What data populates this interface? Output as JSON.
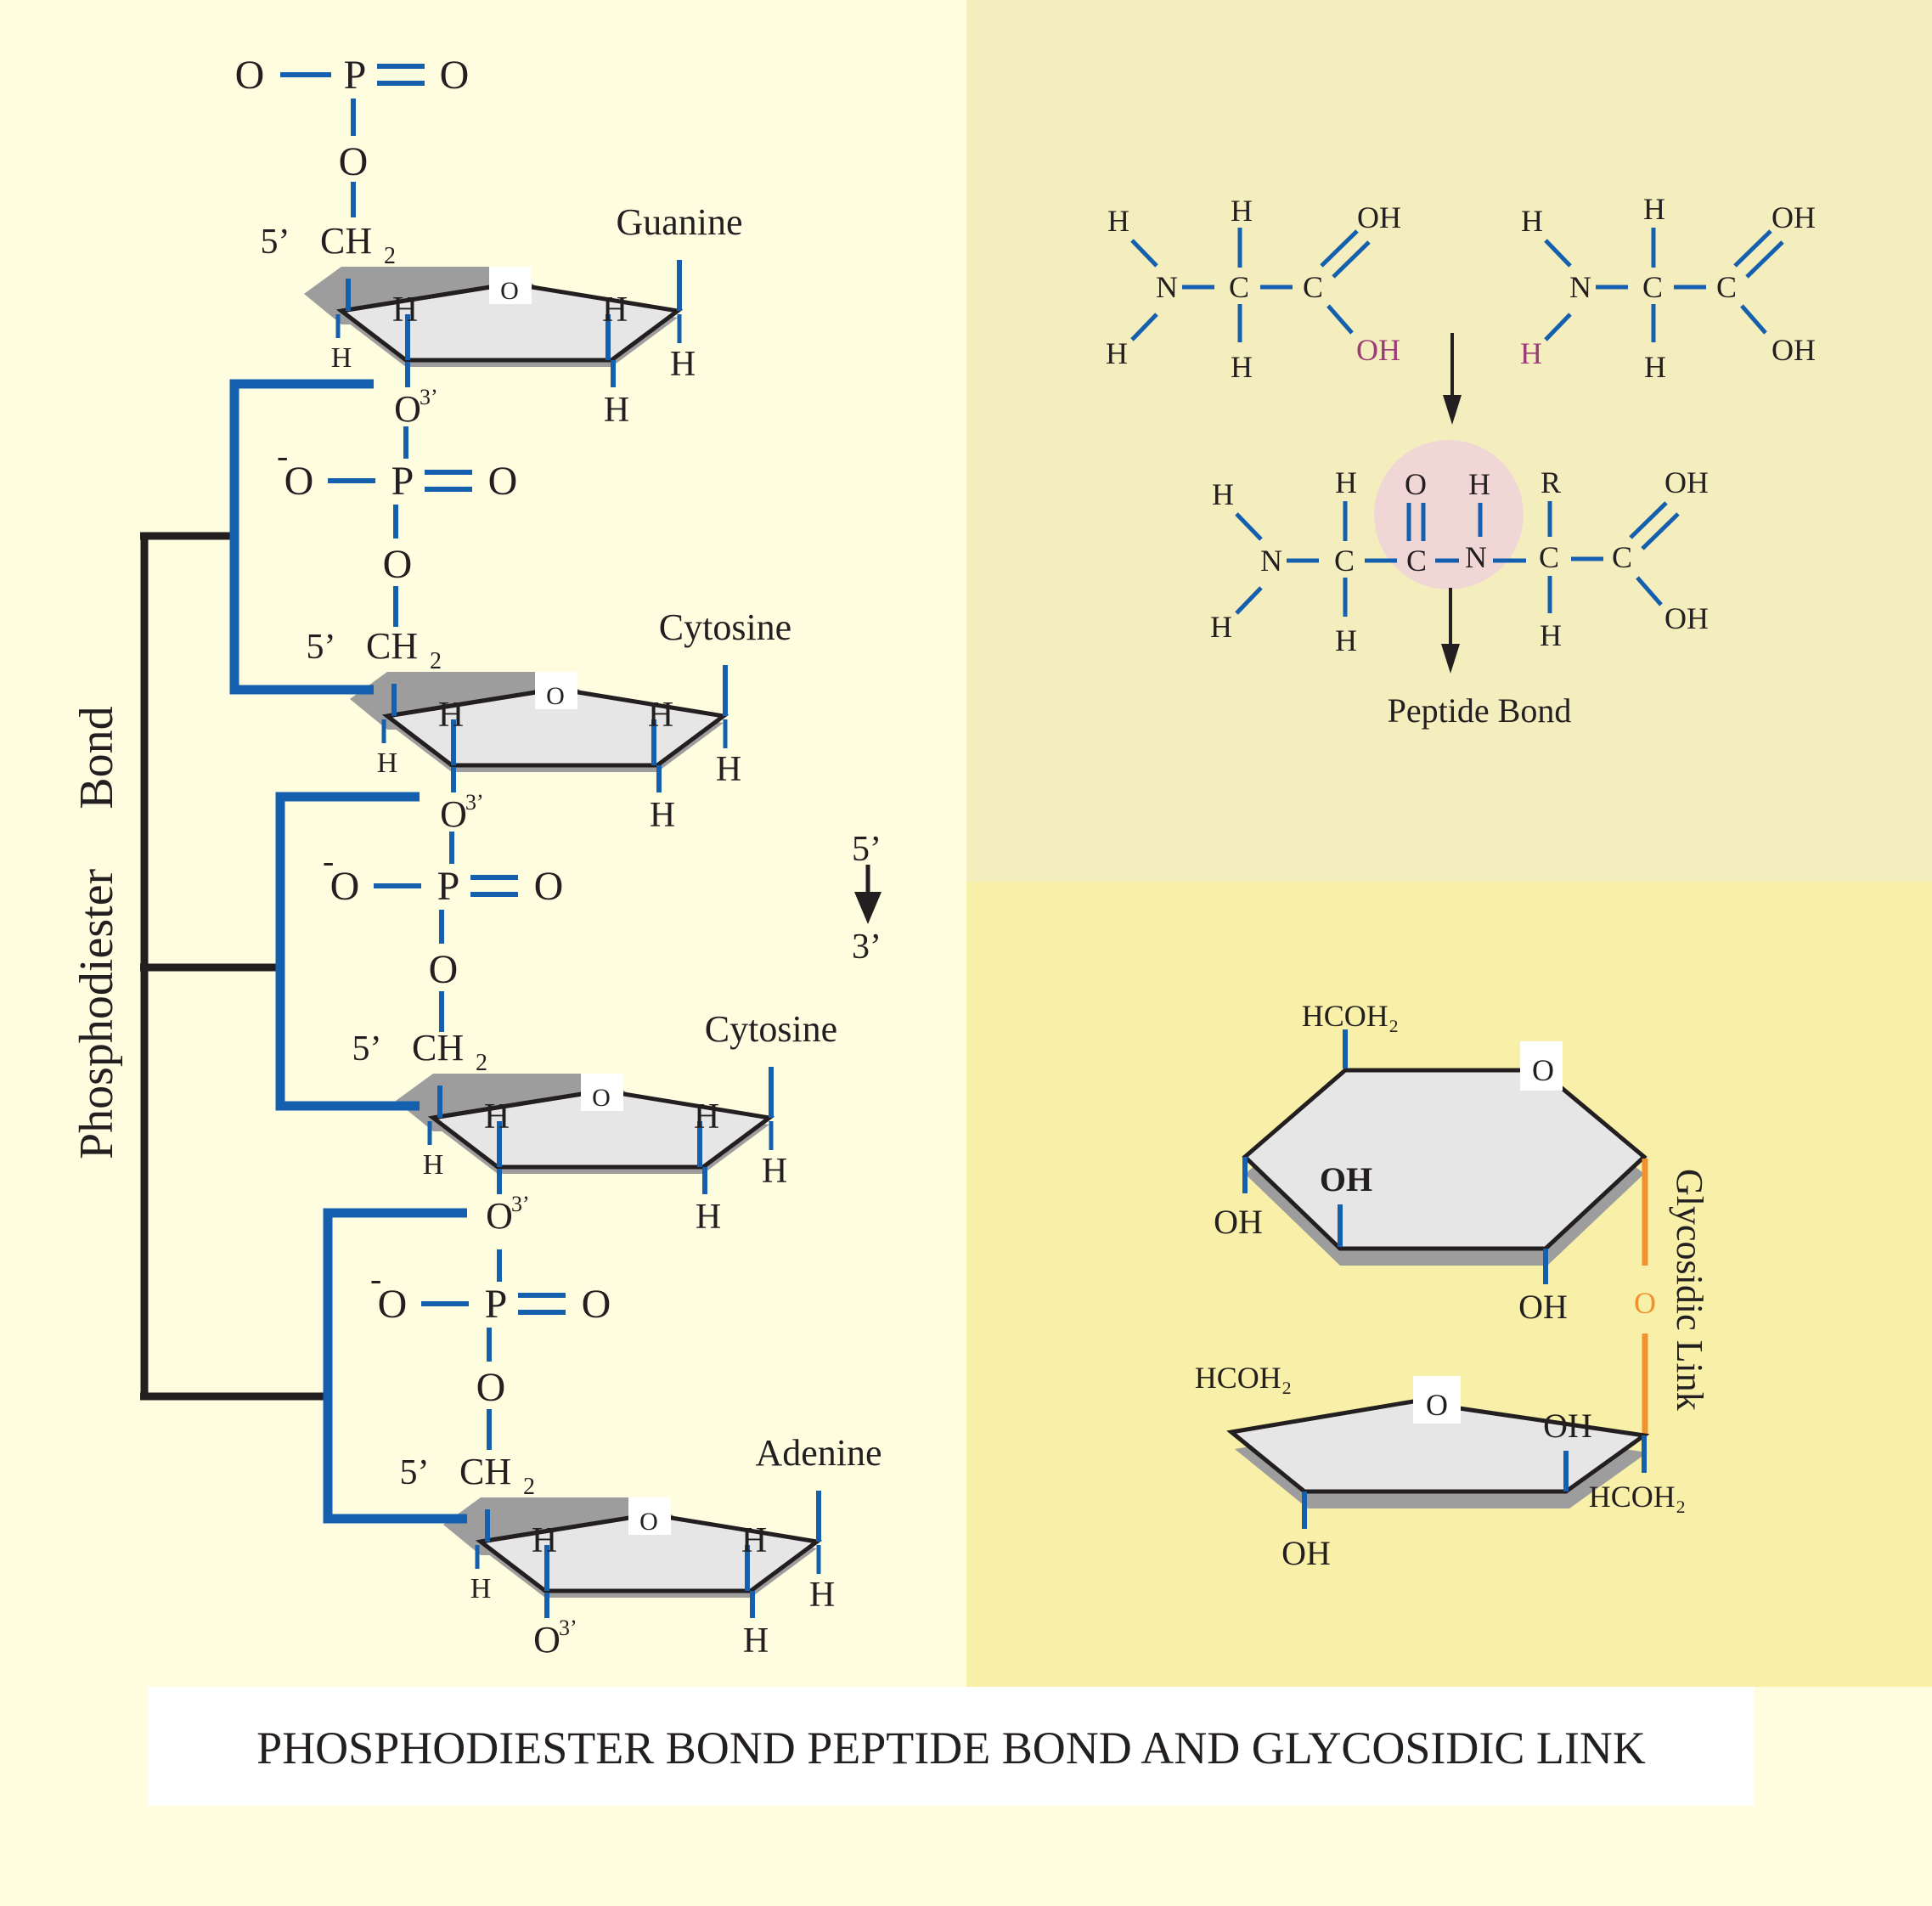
{
  "caption": "PHOSPHODIESTER BOND PEPTIDE BOND AND GLYCOSIDIC LINK",
  "colors": {
    "left_bg": "#fefde0",
    "peptide_bg": "#f4edbd",
    "glyco_bg": "#f8f0a8",
    "bond_blue": "#1560ae",
    "bracket_black": "#231f20",
    "ring_fill": "#e6e6e6",
    "ring_shadow": "#9d9d9d",
    "highlight_purple": "#9b3b78",
    "peptide_circle": "#f1d6d6",
    "glycosidic_orange": "#f0922f"
  },
  "dna": {
    "vertical_label": {
      "part1": "Phosphodiester",
      "part2": "Bond"
    },
    "direction": {
      "top": "5’",
      "bottom": "3’"
    },
    "top_phosphate": {
      "o_left": "O",
      "p": "P",
      "o_right": "O",
      "o_link": "O"
    },
    "nucleotides": [
      {
        "base": "Guanine",
        "five_prime": "5’",
        "ch2": "CH",
        "sub2": "2",
        "ring_o": "O",
        "h_a": "H",
        "h_b": "H",
        "h_c": "H",
        "h_d": "H",
        "h_e": "H",
        "o3": "O",
        "sup3": "3’"
      },
      {
        "base": "Cytosine",
        "five_prime": "5’",
        "ch2": "CH",
        "sub2": "2",
        "ring_o": "O",
        "h_a": "H",
        "h_b": "H",
        "h_c": "H",
        "h_d": "H",
        "h_e": "H",
        "o3": "O",
        "sup3": "3’"
      },
      {
        "base": "Cytosine",
        "five_prime": "5’",
        "ch2": "CH",
        "sub2": "2",
        "ring_o": "O",
        "h_a": "H",
        "h_b": "H",
        "h_c": "H",
        "h_d": "H",
        "h_e": "H",
        "o3": "O",
        "sup3": "3’"
      },
      {
        "base": "Adenine",
        "five_prime": "5’",
        "ch2": "CH",
        "sub2": "2",
        "ring_o": "O",
        "h_a": "H",
        "h_b": "H",
        "h_c": "H",
        "h_d": "H",
        "h_e": "H",
        "o3": "O",
        "sup3": "3’"
      }
    ],
    "phosphates": [
      {
        "minus": "-",
        "o_left": "O",
        "p": "P",
        "o_right": "O",
        "o_link": "O"
      },
      {
        "minus": "-",
        "o_left": "O",
        "p": "P",
        "o_right": "O",
        "o_link": "O"
      },
      {
        "minus": "-",
        "o_left": "O",
        "p": "P",
        "o_right": "O",
        "o_link": "O"
      }
    ]
  },
  "peptide": {
    "amino_acid_1": {
      "h1": "H",
      "h2": "H",
      "n": "N",
      "c1": "C",
      "c1_h_top": "H",
      "c1_h_bot": "H",
      "c2": "C",
      "oh_top": "OH",
      "oh_leaving": "OH"
    },
    "amino_acid_2": {
      "h_top": "H",
      "h_leaving": "H",
      "n": "N",
      "c1": "C",
      "c1_h_top": "H",
      "c1_h_bot": "H",
      "c2": "C",
      "oh_top": "OH",
      "oh_bot": "OH"
    },
    "dipeptide": {
      "h1": "H",
      "h2": "H",
      "n1": "N",
      "c1": "C",
      "c1_h_top": "H",
      "c1_h_bot": "H",
      "c2": "C",
      "o": "O",
      "n2": "N",
      "n2_h": "H",
      "c3": "C",
      "r": "R",
      "c3_h": "H",
      "c4": "C",
      "oh_top": "OH",
      "oh_bot": "OH"
    },
    "bond_label": "Peptide Bond"
  },
  "glycosidic": {
    "link_label": "Glycosidic Link",
    "link_o": "O",
    "hexose": {
      "hcoh2": "HCOH₂",
      "ring_o": "O",
      "oh_left": "OH",
      "oh_inner": "OH",
      "oh_bottom": "OH"
    },
    "pentose": {
      "hcoh2_left": "HCOH₂",
      "ring_o": "O",
      "oh_right": "OH",
      "oh_bottom": "OH",
      "hcoh2_right": "HCOH₂"
    }
  }
}
